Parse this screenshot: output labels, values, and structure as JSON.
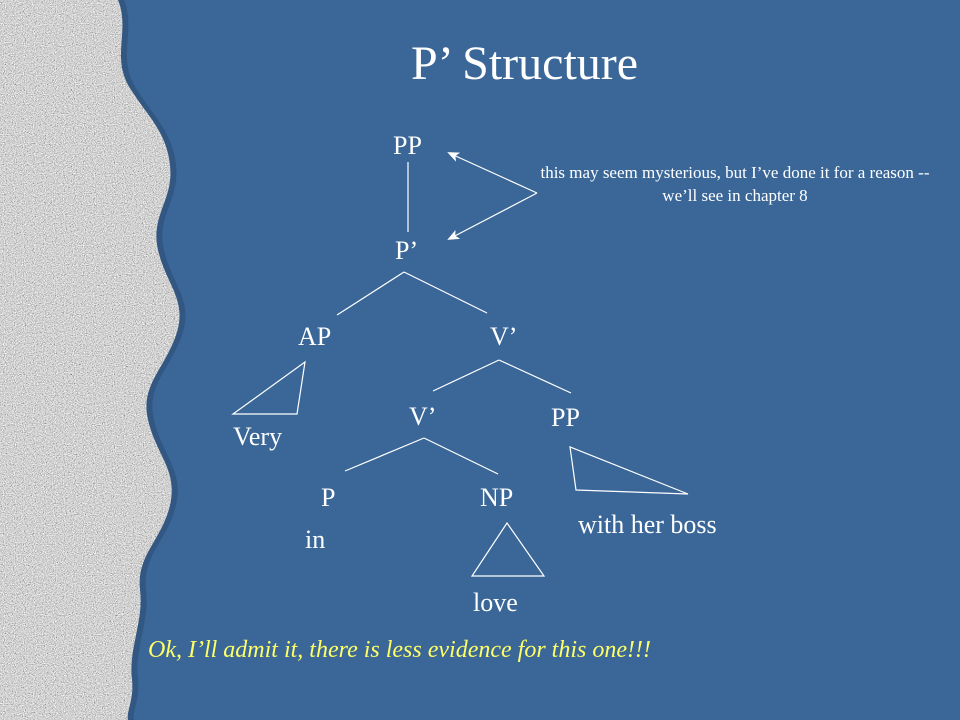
{
  "slide": {
    "title": "P’ Structure",
    "note": "this may seem mysterious, but I’ve done it for a reason -- we’ll see in chapter 8",
    "footer": "Ok, I’ll admit it, there  is less evidence for this one!!!",
    "colors": {
      "background": "#3a6798",
      "text": "#ffffff",
      "footer": "#ffff66",
      "stone": "#9a9a9a"
    }
  },
  "tree": {
    "nodes": {
      "pp_root": "PP",
      "p_bar": "P’",
      "ap": "AP",
      "v_bar_upper": "V’",
      "v_bar_lower": "V’",
      "pp_lower": "PP",
      "p": "P",
      "np": "NP"
    },
    "leaves": {
      "very": "Very",
      "in": "in",
      "love": "love",
      "with_her_boss": "with her boss"
    }
  }
}
